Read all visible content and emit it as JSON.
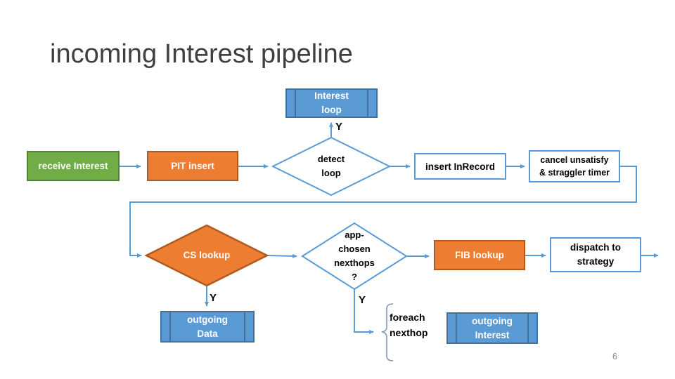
{
  "colors": {
    "blue": "#5B9BD5",
    "blue-dark": "#41719C",
    "green": "#70AD47",
    "green-dark": "#538135",
    "orange": "#ED7D31",
    "orange-dark": "#AE5A21",
    "connector": "#5B9BD5",
    "brace": "#8496B0",
    "title-text": "#3F3F3F",
    "page-num": "#8A8A8A",
    "shape-text": "#000000"
  },
  "slide": {
    "title": "incoming Interest pipeline",
    "page_number": "6"
  },
  "labels": {
    "y_top": "Y",
    "y_cs": "Y",
    "y_app": "Y"
  },
  "nodes": {
    "interest_loop": "Interest\nloop",
    "receive_interest": "receive Interest",
    "pit_insert": "PIT insert",
    "detect_loop": "detect\nloop",
    "insert_inrecord": "insert InRecord",
    "cancel_unsatisfy": "cancel unsatisfy\n& straggler timer",
    "cs_lookup": "CS lookup",
    "app_chosen_nexthops": "app-\nchosen\nnexthops\n?",
    "fib_lookup": "FIB lookup",
    "dispatch_to_strategy": "dispatch to\nstrategy",
    "outgoing_data": "outgoing\nData",
    "foreach_nexthop": "foreach\nnexthop",
    "outgoing_interest": "outgoing\nInterest"
  }
}
